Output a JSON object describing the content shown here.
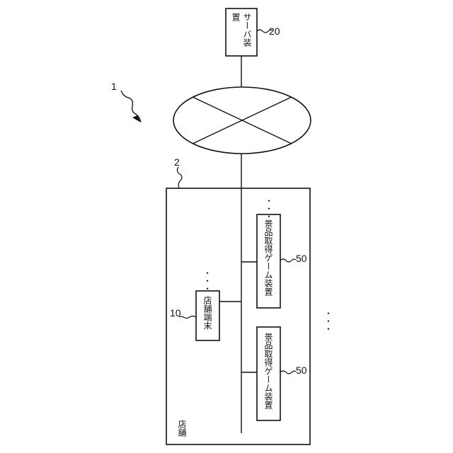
{
  "figure": {
    "system_ref": "1",
    "server": {
      "name": "サーバ装置",
      "ref": "20"
    },
    "store": {
      "name": "店舗",
      "ref": "2"
    },
    "store_terminal": {
      "name": "店舗端末",
      "ref": "10"
    },
    "game_devices": [
      {
        "name": "景品取得ゲーム装置",
        "ref": "50"
      },
      {
        "name": "景品取得ゲーム装置",
        "ref": "50"
      }
    ],
    "ellipsis": "・・・"
  }
}
